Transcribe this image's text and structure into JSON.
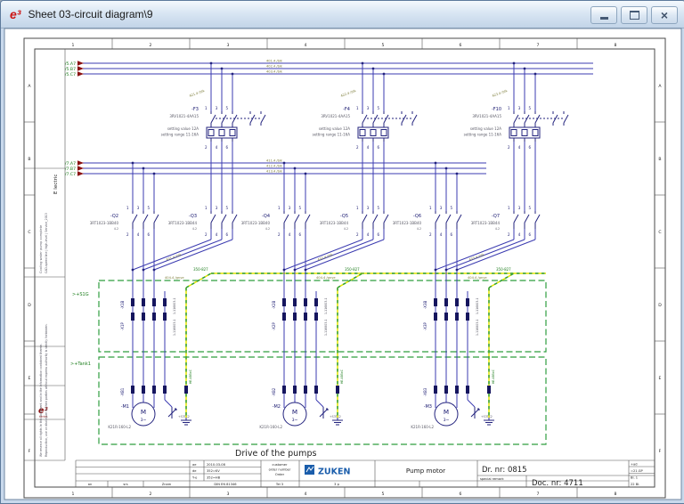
{
  "window": {
    "title": "Sheet 03-circuit diagram\\9",
    "icon": "e3-logo",
    "icon_text": "e³",
    "controls": {
      "minimize": "minimize",
      "restore": "restore",
      "close": "close"
    }
  },
  "sheet": {
    "col_refs": [
      "1",
      "2",
      "3",
      "4",
      "5",
      "6",
      "7",
      "8"
    ],
    "row_refs": [
      "A",
      "B",
      "C",
      "D",
      "E",
      "F"
    ],
    "margin": {
      "plant_label": "E lectric",
      "info_line1": "Cooling water pump complete",
      "info_line2": "CAD-speed line | high-level | Service_2013",
      "logo_text": "e³",
      "logo_sub": "series",
      "legal_line1": "We reserve all rights in this document and in the information contained therein.",
      "legal_line2": "Reproduction, use or disclosure to third parties without express authority is strictly forbidden."
    }
  },
  "schematic": {
    "bus_top": {
      "refs": [
        "/5.A7",
        "/5.B7",
        "/5.C7"
      ],
      "wire_labels": [
        "401.4 /blk",
        "402.4 /blk",
        "403.4 /blk"
      ]
    },
    "bus_mid": {
      "refs": [
        "/7.A7",
        "/7.B7",
        "/7.C7"
      ],
      "wire_labels": [
        "411.4 /blk",
        "412.4 /blk",
        "413.4 /blk"
      ]
    },
    "terminals": {
      "top": "1 3 5",
      "bottom": "2 4 6"
    },
    "motor_symbol": {
      "letter": "M",
      "phase": "3~"
    },
    "boxes": {
      "s1g_label": ">+S1G",
      "tank_label": ">+Tank1"
    },
    "caption": "Drive of the pumps",
    "branches": [
      {
        "breaker": {
          "name": "-F3",
          "part": "3RV1021-4AA15",
          "setting_value": "setting value 12A",
          "setting_range": "setting range 11-16A"
        },
        "contactor_left": {
          "name": "-Q2",
          "part": "3RT1023-1BB40",
          "ref": "4.2"
        },
        "contactor_right": {
          "name": "-Q3",
          "part": "3RT1023-1BB44",
          "ref": "4.2"
        },
        "tap_label": "421.4 /blk",
        "merge_label": "431.4 /blk",
        "pe_label": "404.4 /gnye",
        "pe_ref": "350-827",
        "pe_cable": "HE-4B5xC",
        "conn_top": {
          "name": "-X1B",
          "part": "1-116803-1"
        },
        "conn_bottom": {
          "name": "-X1P",
          "part": "1-116803-1"
        },
        "tank_conn": "-XB1",
        "motor": {
          "name": "-M1",
          "part": "K21R-160-L2"
        },
        "sensor": "+S3TK2"
      },
      {
        "breaker": {
          "name": "-F4",
          "part": "3RV1021-4AA15",
          "setting_value": "setting value 12A",
          "setting_range": "setting range 11-16A"
        },
        "contactor_left": {
          "name": "-Q4",
          "part": "3RT1023-1BB40",
          "ref": "4.2"
        },
        "contactor_right": {
          "name": "-Q5",
          "part": "3RT1023-1BB44",
          "ref": "4.2"
        },
        "tap_label": "422.4 /blk",
        "merge_label": "432.4 /blk",
        "pe_label": "404.4 /gnye",
        "pe_ref": "350-827",
        "pe_cable": "HE-4B5xC",
        "conn_top": {
          "name": "-X2B",
          "part": "1-116803-1"
        },
        "conn_bottom": {
          "name": "-X2P",
          "part": "1-116803-1"
        },
        "tank_conn": "-XB2",
        "motor": {
          "name": "-M2",
          "part": "K21R-160-L2"
        },
        "sensor": "+S3TK2"
      },
      {
        "breaker": {
          "name": "-F10",
          "part": "3RV1021-4AA15",
          "setting_value": "setting value 12A",
          "setting_range": "setting range 11-16A"
        },
        "contactor_left": {
          "name": "-Q6",
          "part": "3RT1023-1BB40",
          "ref": "4.2"
        },
        "contactor_right": {
          "name": "-Q7",
          "part": "3RT1023-1BB44",
          "ref": "4.2"
        },
        "tap_label": "423.4 /blk",
        "merge_label": "433.4 /blk",
        "pe_label": "404.4 /gnye",
        "pe_ref": "350-827",
        "pe_cable": "HE-4B5xC",
        "conn_top": {
          "name": "-X3B",
          "part": "1-116803-1"
        },
        "conn_bottom": {
          "name": "-X3P",
          "part": "1-116803-1"
        },
        "tank_conn": "-XB3",
        "motor": {
          "name": "-M3",
          "part": "K21R-160-L2"
        },
        "sensor": "+S3TK2"
      }
    ]
  },
  "title_block": {
    "meta_rows": [
      {
        "label": "ae",
        "value": "2010-03-08"
      },
      {
        "label": "de",
        "value": "352=KV"
      },
      {
        "label": "Y-e",
        "value": "352=HB"
      }
    ],
    "customer_lines": [
      "customer",
      "order number",
      "Order"
    ],
    "bottom_cells": [
      "an",
      "srs",
      "Znam",
      "DIN EN 81346",
      "Tel 3",
      "3 p"
    ],
    "logo_text": "ZUKEN",
    "project": "Pump motor",
    "dr_nr": "Dr. nr: 0815",
    "remark_label": "special remark",
    "doc_nr": "Doc. nr: 4711",
    "loc_plus": "+ad",
    "loc_eq": "=21.GP",
    "sheet_no": "Bl. 1",
    "sheet_of": "22 Bl."
  }
}
